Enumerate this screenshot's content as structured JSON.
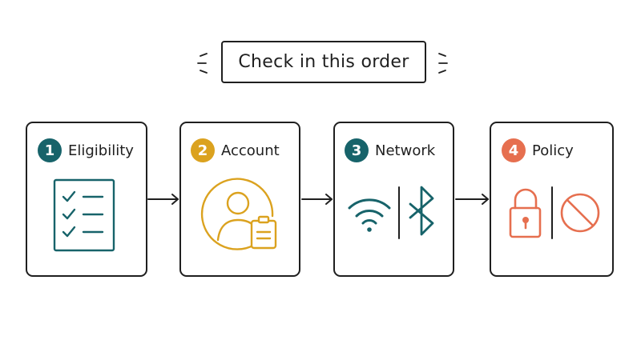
{
  "title": "Check in this order",
  "colors": {
    "ink": "#1f1f1f",
    "teal": "#17636a",
    "gold": "#dba21f",
    "orange": "#e66f4f",
    "background": "#ffffff"
  },
  "steps": [
    {
      "number": "1",
      "label": "Eligibility",
      "badge_color": "#17636a",
      "icons": [
        "checklist-icon"
      ]
    },
    {
      "number": "2",
      "label": "Account",
      "badge_color": "#dba21f",
      "icons": [
        "user-badge-icon"
      ]
    },
    {
      "number": "3",
      "label": "Network",
      "badge_color": "#17636a",
      "icons": [
        "wifi-icon",
        "bluetooth-icon"
      ]
    },
    {
      "number": "4",
      "label": "Policy",
      "badge_color": "#e66f4f",
      "icons": [
        "lock-icon",
        "prohibited-icon"
      ]
    }
  ]
}
